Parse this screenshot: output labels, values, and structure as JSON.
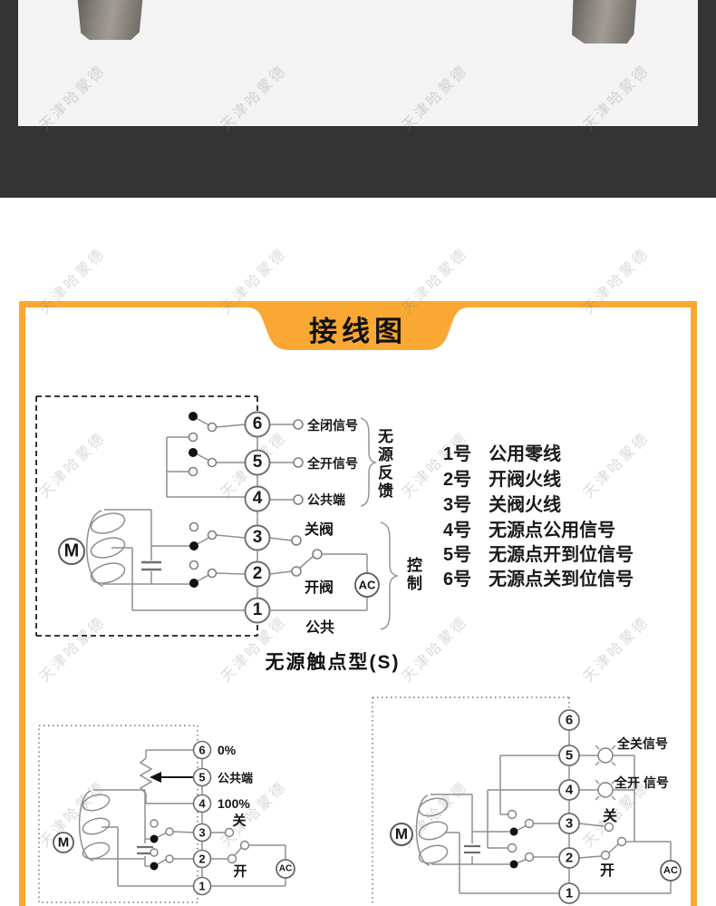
{
  "watermark": {
    "text": "天津哈蒙德"
  },
  "header": {
    "title": "接线图"
  },
  "colors": {
    "accent_orange": "#F8A833",
    "dark_band": "#343434",
    "photo_bg": "#f3f3f3"
  },
  "main_diagram": {
    "motor_label": "M",
    "ac_label": "AC",
    "terminals": [
      "6",
      "5",
      "4",
      "3",
      "2",
      "1"
    ],
    "labels": {
      "t6": "全闭信号",
      "t5": "全开信号",
      "t4": "公共端",
      "t3": "关阀",
      "t2": "开阀",
      "t1": "公共"
    },
    "feedback_group_label": "无源反馈",
    "control_group_label": "控制",
    "caption": "无源触点型(S)"
  },
  "legend": {
    "items": [
      {
        "num": "1号",
        "desc": "公用零线"
      },
      {
        "num": "2号",
        "desc": "开阀火线"
      },
      {
        "num": "3号",
        "desc": "关阀火线"
      },
      {
        "num": "4号",
        "desc": "无源点公用信号"
      },
      {
        "num": "5号",
        "desc": "无源点开到位信号"
      },
      {
        "num": "6号",
        "desc": "无源点关到位信号"
      }
    ]
  },
  "bottom_left_diagram": {
    "motor_label": "M",
    "ac_label": "AC",
    "terminals": [
      "6",
      "5",
      "4",
      "3",
      "2",
      "1"
    ],
    "labels": {
      "t6": "0%",
      "t5": "公共端",
      "t4": "100%",
      "t3": "关",
      "t2": "开"
    }
  },
  "bottom_right_diagram": {
    "motor_label": "M",
    "ac_label": "AC",
    "terminals": [
      "6",
      "5",
      "4",
      "3",
      "2",
      "1"
    ],
    "labels": {
      "t5": "全关信号",
      "t4": "全开 信号",
      "t3": "关",
      "t2": "开"
    }
  }
}
